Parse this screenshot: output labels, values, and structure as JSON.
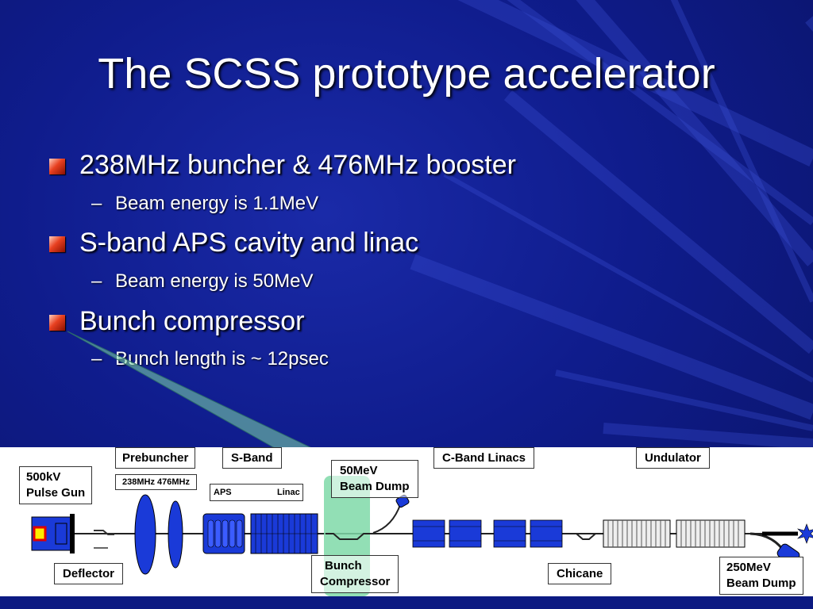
{
  "title": "The SCSS prototype accelerator",
  "bullets": [
    {
      "text": "238MHz buncher & 476MHz booster",
      "sub": "Beam energy is 1.1MeV"
    },
    {
      "text": "S-band APS cavity and linac",
      "sub": "Beam energy is 50MeV"
    },
    {
      "text": "Bunch compressor",
      "sub": "Bunch length is ~ 12psec"
    }
  ],
  "sub_dash": "–",
  "diagram": {
    "pulse_gun": [
      "500kV",
      "Pulse Gun"
    ],
    "prebuncher": "Prebuncher",
    "prebuncher_freqs": "238MHz  476MHz",
    "s_band": "S-Band",
    "aps": "APS",
    "linac": "Linac",
    "dump_50": [
      "50MeV",
      "Beam Dump"
    ],
    "c_band": "C-Band Linacs",
    "undulator": "Undulator",
    "deflector": "Deflector",
    "bunch_compressor": [
      "Bunch",
      "Compressor"
    ],
    "chicane": "Chicane",
    "dump_250": [
      "250MeV",
      "Beam Dump"
    ]
  },
  "colors": {
    "background": "#0f1c8c",
    "bullet_square": "#e84020",
    "component_blue": "#1a3ad8",
    "highlight_green": "#7fd9a8"
  }
}
